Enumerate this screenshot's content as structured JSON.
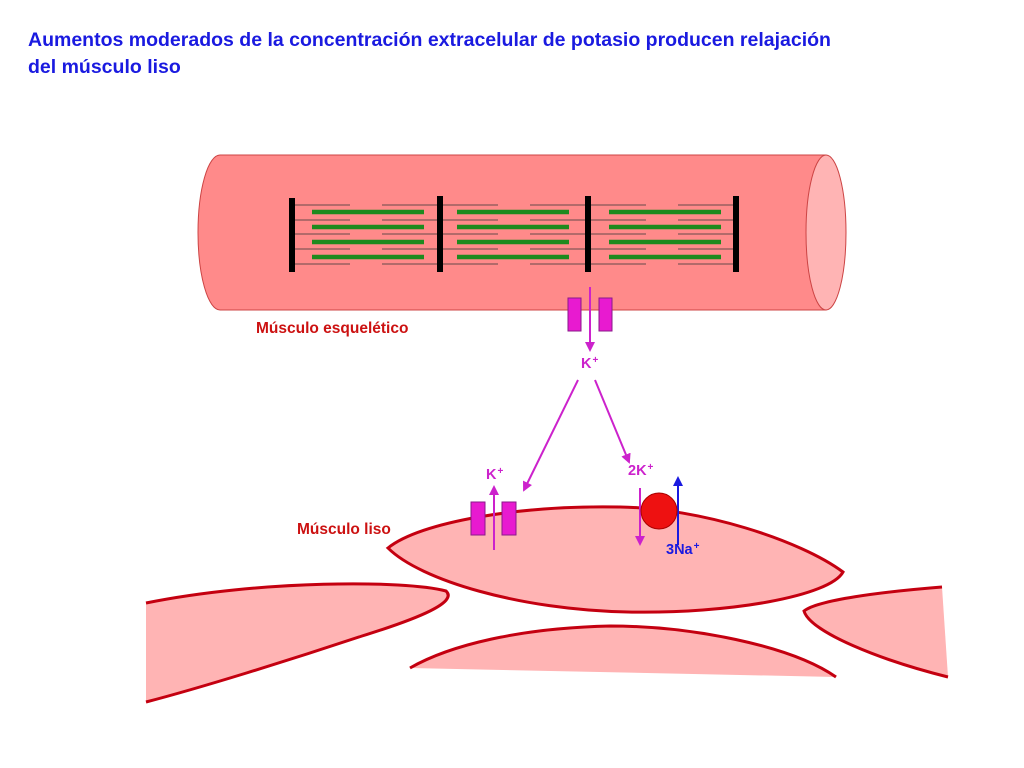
{
  "title": {
    "line1": "Aumentos moderados de la concentración extracelular de potasio producen relajación",
    "line2": "del músculo liso"
  },
  "labels": {
    "skeletal_muscle": "Músculo esquelético",
    "smooth_muscle": "Músculo liso"
  },
  "ions": {
    "k_release": {
      "base": "K",
      "charge": "+"
    },
    "k_smooth_channel": {
      "base": "K",
      "charge": "+"
    },
    "pump_k": {
      "base": "2K",
      "charge": "+"
    },
    "pump_na": {
      "base": "3Na",
      "charge": "+"
    }
  },
  "colors": {
    "title": "#1a1ae0",
    "label": "#cc1111",
    "muscle_fill": "#ff8a8a",
    "smooth_fill": "#ffb4b4",
    "smooth_outline": "#c40010",
    "channel": "#e81ad0",
    "arrow": "#cc22cc",
    "pump": "#ee1111",
    "na_arrow": "#1a1ae0",
    "myofilament": "#1e8a1e",
    "z_line": "#000000"
  }
}
